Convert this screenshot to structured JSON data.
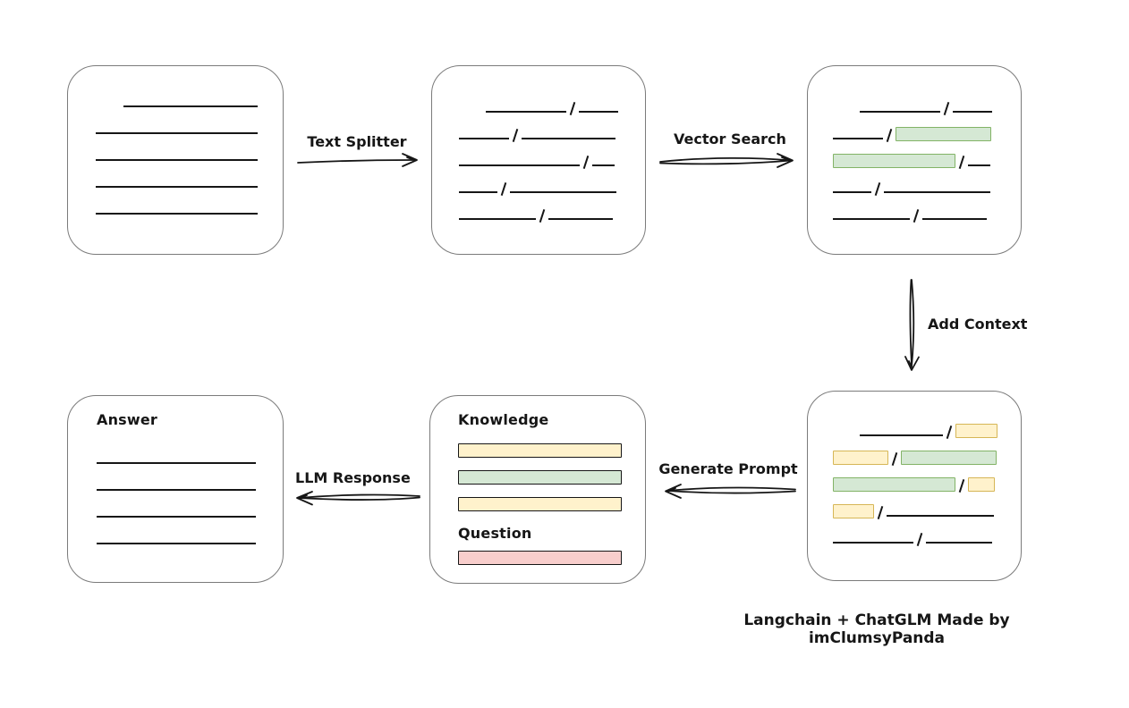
{
  "attribution": "Langchain + ChatGLM Made by imClumsyPanda",
  "colors": {
    "ink": "#161616",
    "box_border": "#7b7b7b",
    "green_fill": "#d5e8d4",
    "green_border": "#82b366",
    "yellow_fill": "#fff2cc",
    "yellow_border": "#d6b656",
    "red_fill": "#f8cecc",
    "red_border": "#b85450"
  },
  "arrows": {
    "text_splitter": {
      "label": "Text Splitter",
      "direction": "right"
    },
    "vector_search": {
      "label": "Vector Search",
      "direction": "right"
    },
    "add_context": {
      "label": "Add Context",
      "direction": "down"
    },
    "generate_prompt": {
      "label": "Generate Prompt",
      "direction": "left"
    },
    "llm_response": {
      "label": "LLM Response",
      "direction": "left"
    }
  },
  "boxes": {
    "document": {
      "rows": [
        [
          {
            "t": "space",
            "w": 31
          },
          {
            "t": "line",
            "w": 150
          }
        ],
        [
          {
            "t": "line",
            "w": 181
          }
        ],
        [
          {
            "t": "line",
            "w": 181
          }
        ],
        [
          {
            "t": "line",
            "w": 181
          }
        ],
        [
          {
            "t": "line",
            "w": 181
          }
        ]
      ]
    },
    "split_text": {
      "rows": [
        [
          {
            "t": "space",
            "w": 30
          },
          {
            "t": "line",
            "w": 90
          },
          {
            "t": "slash"
          },
          {
            "t": "line",
            "w": 44
          }
        ],
        [
          {
            "t": "line",
            "w": 56
          },
          {
            "t": "slash"
          },
          {
            "t": "line",
            "w": 105
          }
        ],
        [
          {
            "t": "line",
            "w": 135
          },
          {
            "t": "slash"
          },
          {
            "t": "line",
            "w": 25
          }
        ],
        [
          {
            "t": "line",
            "w": 43
          },
          {
            "t": "slash"
          },
          {
            "t": "line",
            "w": 119
          }
        ],
        [
          {
            "t": "line",
            "w": 86
          },
          {
            "t": "slash"
          },
          {
            "t": "line",
            "w": 72
          }
        ]
      ]
    },
    "vector_matches": {
      "rows": [
        [
          {
            "t": "space",
            "w": 30
          },
          {
            "t": "line",
            "w": 90
          },
          {
            "t": "slash"
          },
          {
            "t": "line",
            "w": 44
          }
        ],
        [
          {
            "t": "line",
            "w": 56
          },
          {
            "t": "slash"
          },
          {
            "t": "green",
            "w": 107
          }
        ],
        [
          {
            "t": "green",
            "w": 137
          },
          {
            "t": "slash"
          },
          {
            "t": "line",
            "w": 25
          }
        ],
        [
          {
            "t": "line",
            "w": 43
          },
          {
            "t": "slash"
          },
          {
            "t": "line",
            "w": 119
          }
        ],
        [
          {
            "t": "line",
            "w": 86
          },
          {
            "t": "slash"
          },
          {
            "t": "line",
            "w": 72
          }
        ]
      ]
    },
    "context": {
      "rows": [
        [
          {
            "t": "space",
            "w": 30
          },
          {
            "t": "line",
            "w": 93
          },
          {
            "t": "slash"
          },
          {
            "t": "yellow",
            "w": 47
          }
        ],
        [
          {
            "t": "yellow",
            "w": 62
          },
          {
            "t": "slash"
          },
          {
            "t": "green",
            "w": 107
          }
        ],
        [
          {
            "t": "green",
            "w": 137
          },
          {
            "t": "slash"
          },
          {
            "t": "yellow",
            "w": 30
          }
        ],
        [
          {
            "t": "yellow",
            "w": 46
          },
          {
            "t": "slash"
          },
          {
            "t": "line",
            "w": 120
          }
        ],
        [
          {
            "t": "line",
            "w": 90
          },
          {
            "t": "slash"
          },
          {
            "t": "line",
            "w": 74
          }
        ]
      ]
    },
    "prompt": {
      "knowledge_label": "Knowledge",
      "knowledge_bars": [
        "yellow",
        "green",
        "yellow"
      ],
      "question_label": "Question",
      "question_bars": [
        "red"
      ]
    },
    "answer": {
      "label": "Answer",
      "rows": [
        [
          {
            "t": "line",
            "w": 178
          }
        ],
        [
          {
            "t": "line",
            "w": 178
          }
        ],
        [
          {
            "t": "line",
            "w": 178
          }
        ],
        [
          {
            "t": "line",
            "w": 178
          }
        ]
      ]
    }
  }
}
